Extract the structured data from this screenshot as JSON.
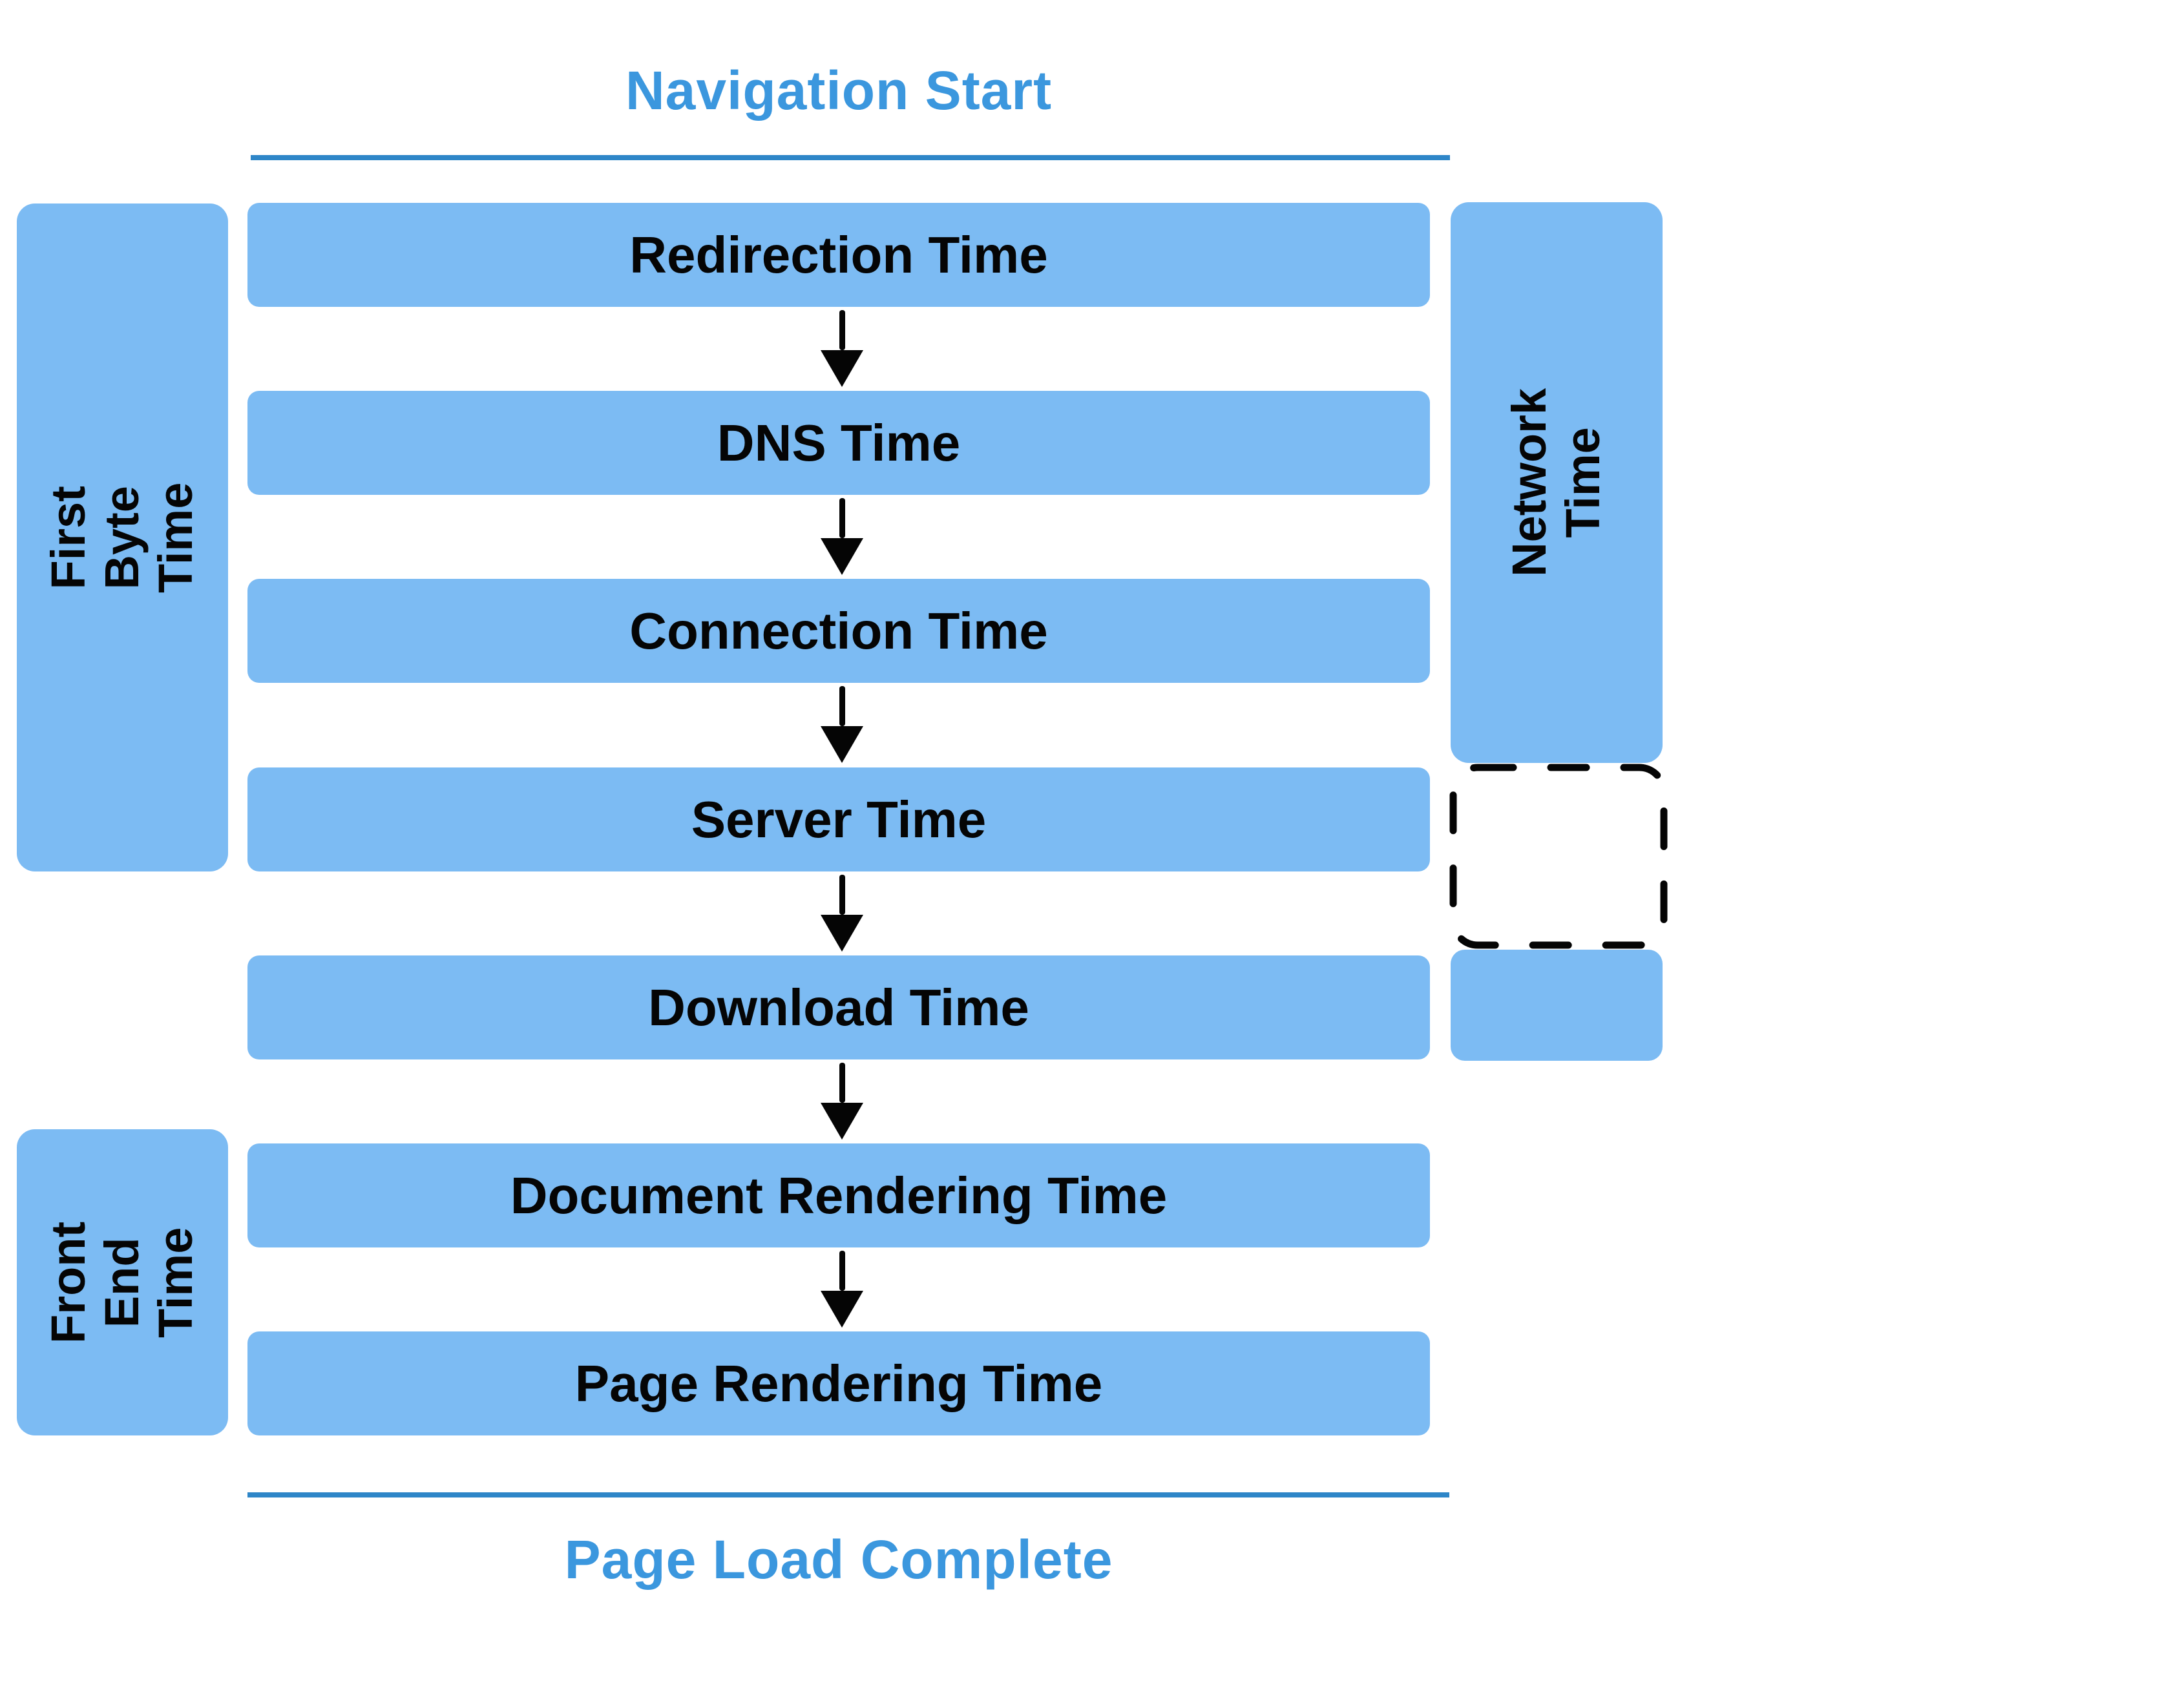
{
  "flow": {
    "start_label": "Navigation Start",
    "end_label": "Page Load Complete",
    "steps": [
      {
        "label": "Redirection Time"
      },
      {
        "label": "DNS Time"
      },
      {
        "label": "Connection Time"
      },
      {
        "label": "Server Time"
      },
      {
        "label": "Download Time"
      },
      {
        "label": "Document Rendering Time"
      },
      {
        "label": "Page Rendering Time"
      }
    ]
  },
  "groups": {
    "first_byte": {
      "label": "First Byte Time"
    },
    "front_end": {
      "label": "Front End\nTime"
    },
    "network": {
      "label": "Network Time"
    }
  },
  "colors": {
    "accent": "#3B97DE",
    "rule": "#2E86C8",
    "fill": "#7CBBF3",
    "ink": "#050505"
  }
}
